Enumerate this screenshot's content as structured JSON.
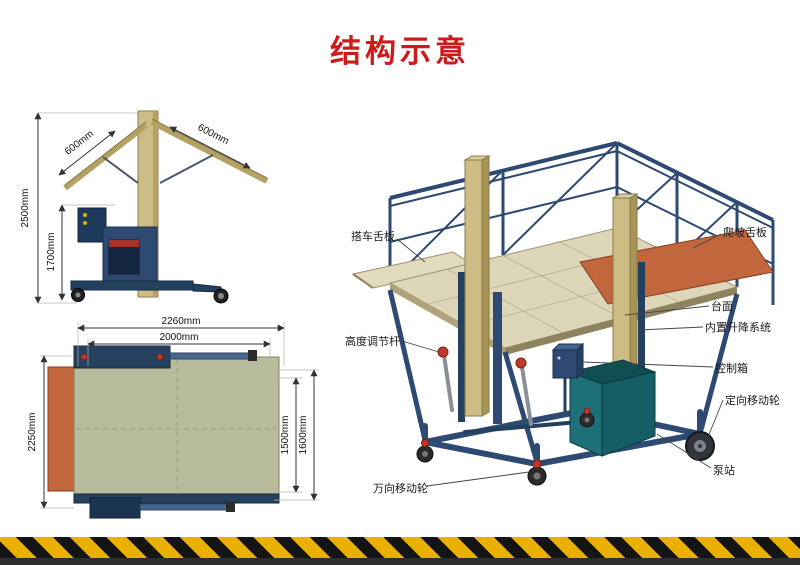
{
  "title": "结构示意",
  "colors": {
    "title_red": "#cb1b1b",
    "steel_blue": "#2e4a72",
    "wood_tan": "#cdbd85",
    "deck_olive": "#b9bb9d",
    "flap_orange": "#c2663d",
    "pump_teal": "#1d7078",
    "hazard_yellow": "#eab000"
  },
  "side_view": {
    "dims": {
      "total_height": "2500mm",
      "mast_height": "1700mm",
      "left_wing": "600mm",
      "right_wing": "600mm"
    }
  },
  "plan_view": {
    "dims": {
      "total_width": "2260mm",
      "inner_width": "2000mm",
      "total_depth": "2250mm",
      "inner_depth": "1500mm",
      "outer_depth": "1600mm"
    }
  },
  "iso_view": {
    "labels": {
      "lip_plate": "搭车舌板",
      "ramp_plate": "爬坡舌板",
      "table_top": "台面",
      "lift_system": "内置升降系统",
      "height_rod": "高度调节杆",
      "control_box": "控制箱",
      "fixed_wheel": "定向移动轮",
      "pump_station": "泵站",
      "swivel_wheel": "万向移动轮"
    }
  }
}
